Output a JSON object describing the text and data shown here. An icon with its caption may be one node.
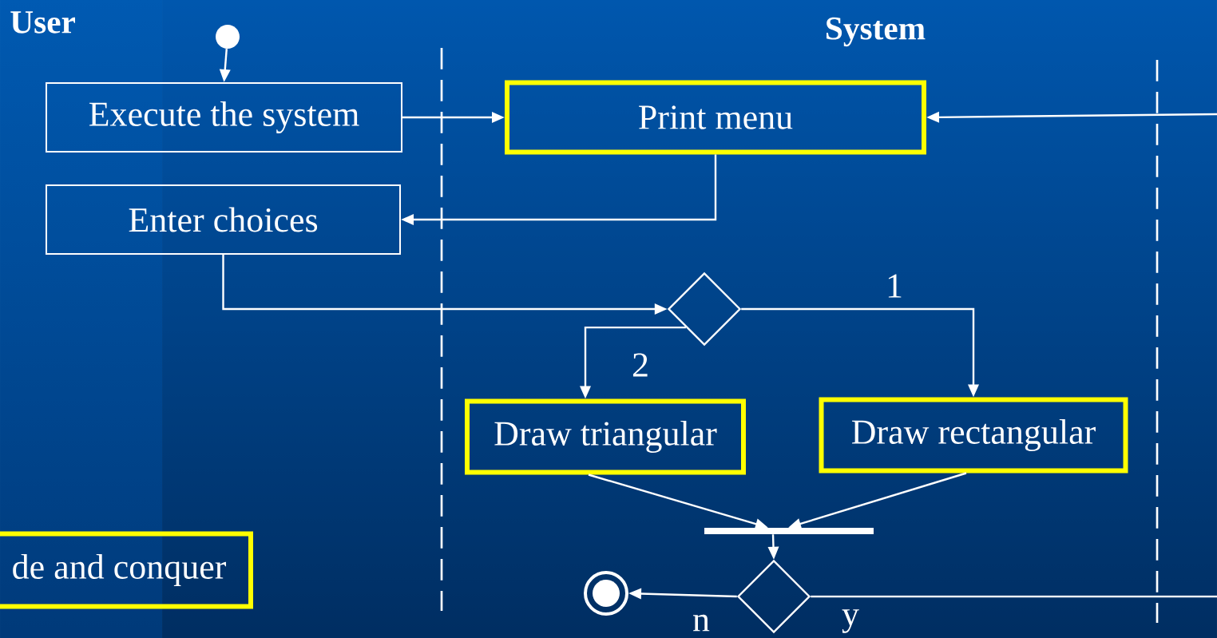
{
  "diagram": {
    "nodes": [
      {
        "text": [],
        "shape": "circle"
      },
      {
        "text": [
          "Execute the system"
        ]
      },
      {
        "text": [
          "Print menu"
        ]
      },
      {
        "text": [
          "Enter choices"
        ]
      },
      {
        "text": [],
        "shape": "diamond"
      },
      {
        "text": [
          "Draw triangular"
        ]
      },
      {
        "text": [
          "Draw rectangular"
        ]
      },
      {
        "text": [],
        "shape": "bar"
      },
      {
        "text": [],
        "shape": "diamond"
      },
      {
        "text": [],
        "shape": "circle"
      },
      {
        "text": [
          "de and conquer"
        ]
      }
    ],
    "edges": [
      {
        "from": 0,
        "to": 1,
        "arrow": "to"
      },
      {
        "from": 1,
        "to": 2,
        "arrow": "to"
      },
      {
        "from": 2,
        "to": 3,
        "arrow": "to"
      },
      {
        "from": 3,
        "to": 4,
        "arrow": "to"
      },
      {
        "from": 4,
        "to": 6,
        "arrow": "to",
        "label": "1"
      },
      {
        "from": 4,
        "to": 5,
        "arrow": "to",
        "label": "2"
      },
      {
        "from": 5,
        "to": 7,
        "arrow": "to"
      },
      {
        "from": 6,
        "to": 7,
        "arrow": "to"
      },
      {
        "from": 7,
        "to": 8,
        "arrow": "to"
      },
      {
        "from": 8,
        "to": 9,
        "arrow": "to",
        "label": "n"
      },
      {
        "from": 8,
        "to": null,
        "arrow": "none",
        "label": "y"
      },
      {
        "from": null,
        "to": 2,
        "arrow": "to"
      }
    ],
    "labels": [
      "User",
      "System"
    ]
  }
}
